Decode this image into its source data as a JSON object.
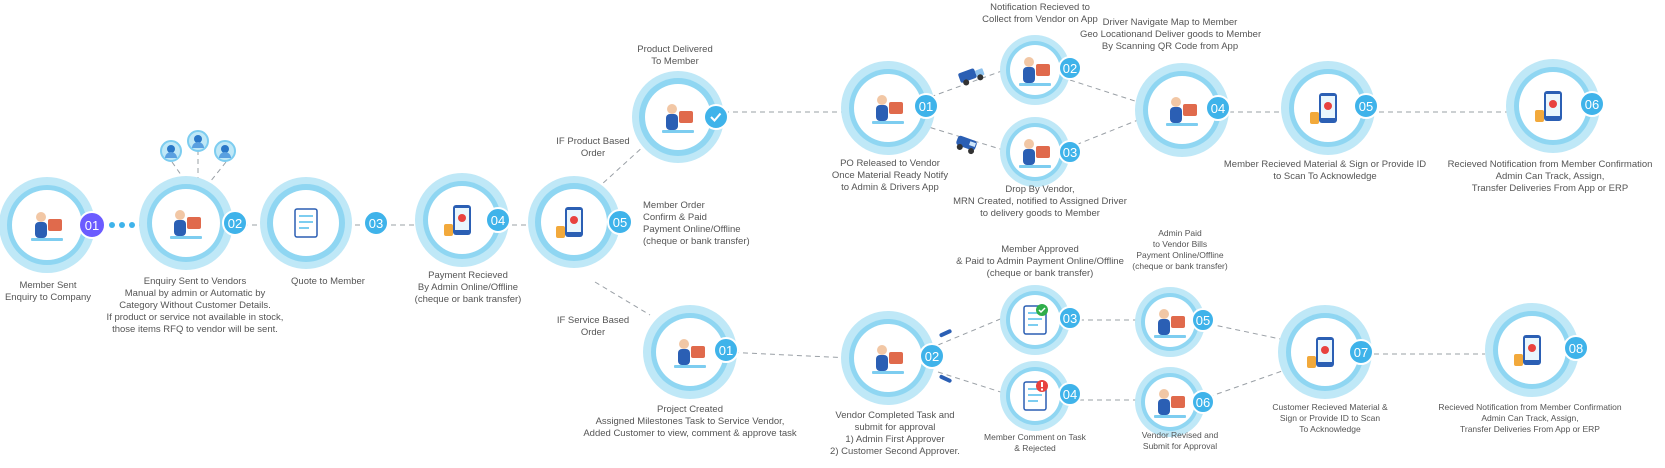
{
  "colors": {
    "ring_outer": "#bfe8f7",
    "ring_mid": "#8fd6f2",
    "badge": "#3fb3ea",
    "badge_first": "#6b5cff",
    "connector": "#9aa0a6",
    "dot_line": "#3fb3ea",
    "check": "#3fb3ea",
    "alert": "#e8423f"
  },
  "main": {
    "s01": {
      "badge": "01",
      "icon": "member-enquiry-icon",
      "label": [
        "Member Sent",
        "Enquiry to Company"
      ]
    },
    "s02": {
      "badge": "02",
      "icon": "vendor-enquiry-icon",
      "label": [
        "Enquiry Sent to Vendors",
        "Manual by admin or Automatic by",
        "Category Without Customer Details.",
        "If product or service not available in stock,",
        "those items RFQ  to vendor will be sent."
      ]
    },
    "s03": {
      "badge": "03",
      "icon": "quote-document-icon",
      "label": [
        "Quote to Member"
      ]
    },
    "s04": {
      "badge": "04",
      "icon": "mobile-payment-icon",
      "label": [
        "Payment Recieved",
        "By Admin Online/Offline",
        "(cheque or bank transfer)"
      ]
    },
    "s05": {
      "badge": "05",
      "icon": "order-confirm-icon",
      "label": [
        "Member Order",
        "Confirm & Paid",
        "Payment Online/Offline",
        "(cheque or bank transfer)"
      ]
    }
  },
  "branch_labels": {
    "product": [
      "IF Product Based",
      "Order"
    ],
    "service": [
      "IF Service Based",
      "Order"
    ]
  },
  "product": {
    "delivered": {
      "icon": "product-delivered-icon",
      "check_icon": "checkmark-icon",
      "label": [
        "Product Delivered",
        "To Member"
      ]
    },
    "p01": {
      "badge": "01",
      "icon": "po-release-icon",
      "label": [
        "PO Released to Vendor",
        "Once Material Ready Notify",
        "to Admin & Drivers App"
      ]
    },
    "p02": {
      "badge": "02",
      "icon": "vendor-notification-icon",
      "label": [
        "Notification Recieved to",
        "Collect from Vendor on App"
      ]
    },
    "p03": {
      "badge": "03",
      "icon": "drop-by-vendor-icon",
      "label": [
        "Drop By Vendor,",
        "MRN Created, notified to Assigned Driver",
        "to delivery goods to Member"
      ]
    },
    "p04": {
      "badge": "04",
      "icon": "driver-map-icon",
      "label": [
        "Driver Navigate Map to Member",
        "Geo Locationand Deliver goods to Member",
        "By Scanning QR Code from App"
      ]
    },
    "p05": {
      "badge": "05",
      "icon": "material-received-icon",
      "label": [
        "Member Recieved Material & Sign or Provide ID",
        "to Scan To Acknowledge"
      ]
    },
    "p06": {
      "badge": "06",
      "icon": "delivery-tracking-icon",
      "label": [
        "Recieved Notification from Member Confirmation",
        "Admin Can Track, Assign,",
        "Transfer Deliveries From App or ERP"
      ]
    },
    "truck_icon": "truck-icon",
    "van_icon": "van-icon"
  },
  "service": {
    "v01": {
      "badge": "01",
      "icon": "project-team-icon",
      "label": [
        "Project Created",
        "Assigned Milestones Task to Service Vendor,",
        "Added Customer to view, comment & approve task"
      ]
    },
    "v02": {
      "badge": "02",
      "icon": "vendor-task-icon",
      "label": [
        "Vendor Completed Task and",
        "submit for approval",
        "1) Admin First Approver",
        "2) Customer Second Approver."
      ]
    },
    "v03": {
      "badge": "03",
      "icon": "approved-document-icon",
      "label": [
        "Member Approved",
        "& Paid to Admin Payment Online/Offline",
        "(cheque or bank transfer)"
      ]
    },
    "v04": {
      "badge": "04",
      "icon": "rejected-document-icon",
      "label": [
        "Member Comment on Task",
        "& Rejected"
      ]
    },
    "v05": {
      "badge": "05",
      "icon": "vendor-bill-payment-icon",
      "label": [
        "Admin Paid",
        "to Vendor Bills",
        "Payment Online/Offline",
        "(cheque or bank transfer)"
      ]
    },
    "v06": {
      "badge": "06",
      "icon": "vendor-revision-icon",
      "label": [
        "Vendor Revised and",
        "Submit for Approval"
      ]
    },
    "v07": {
      "badge": "07",
      "icon": "customer-received-icon",
      "label": [
        "Customer Recieved Material &",
        "Sign or Provide ID to Scan",
        "To Acknowledge"
      ]
    },
    "v08": {
      "badge": "08",
      "icon": "service-tracking-icon",
      "label": [
        "Recieved Notification from Member Confirmation",
        "Admin Can Track, Assign,",
        "Transfer Deliveries From App or ERP"
      ]
    }
  },
  "avatar_icon": "user-avatar-icon"
}
